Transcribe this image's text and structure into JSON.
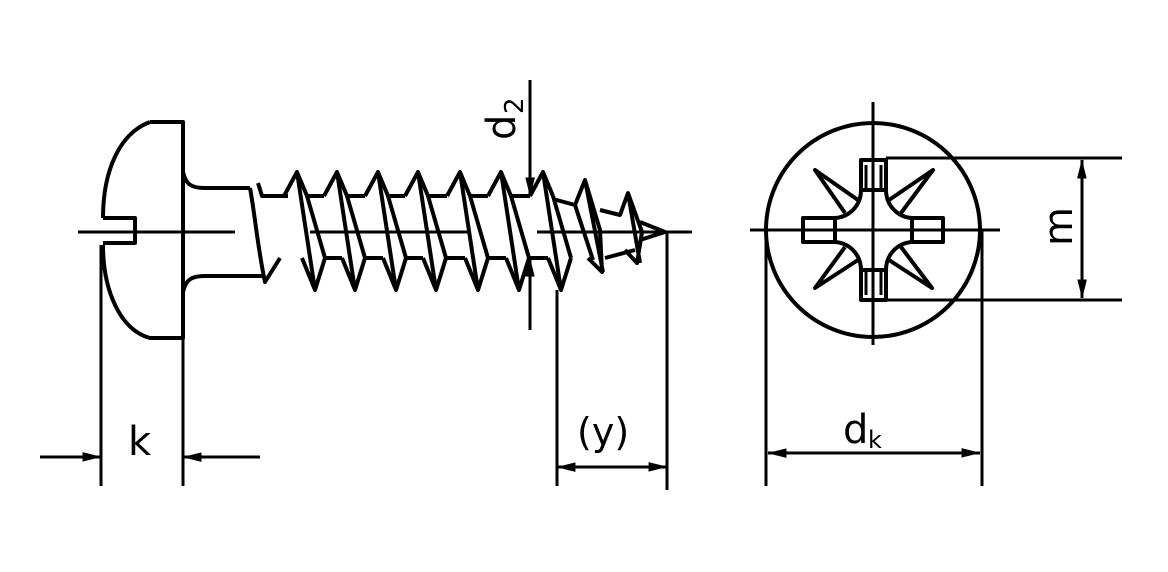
{
  "labels": {
    "d2_main": "d",
    "d2_sub": "2",
    "k": "k",
    "y": "(y)",
    "dk_main": "d",
    "dk_sub": "k",
    "m": "m"
  },
  "colors": {
    "line": "#000000",
    "background": "#ffffff"
  }
}
